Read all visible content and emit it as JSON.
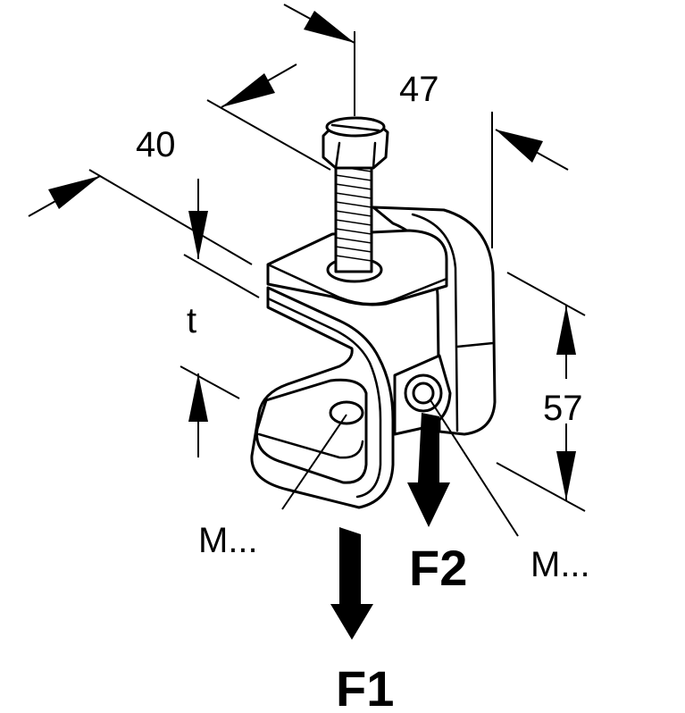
{
  "dimensions": {
    "width_47": "47",
    "depth_40": "40",
    "thickness_t": "t",
    "height_57": "57"
  },
  "thread_labels": {
    "left": "M...",
    "right": "M..."
  },
  "forces": {
    "f1": "F1",
    "f2": "F2"
  }
}
